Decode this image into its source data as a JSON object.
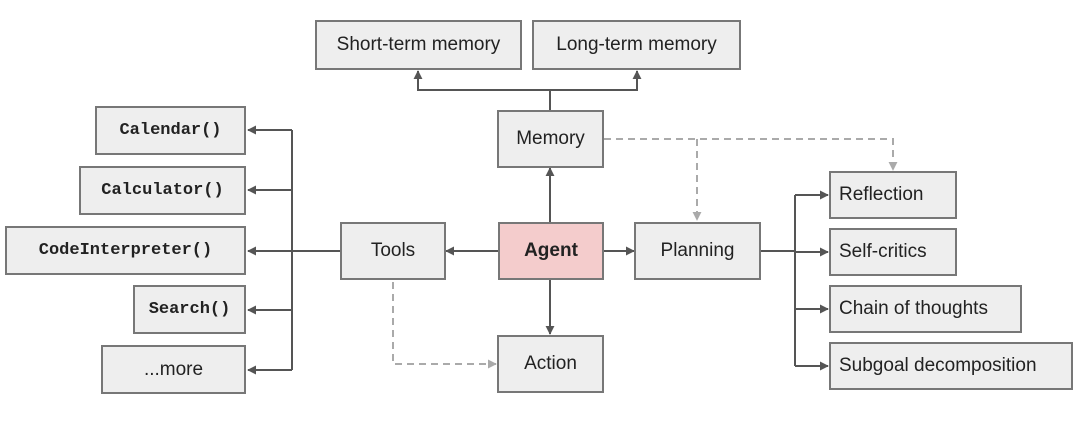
{
  "nodes": {
    "short_term_memory": "Short-term memory",
    "long_term_memory": "Long-term memory",
    "memory": "Memory",
    "agent": "Agent",
    "tools": "Tools",
    "planning": "Planning",
    "action": "Action",
    "tool_items": [
      "Calendar()",
      "Calculator()",
      "CodeInterpreter()",
      "Search()",
      "...more"
    ],
    "planning_items": [
      "Reflection",
      "Self-critics",
      "Chain of thoughts",
      "Subgoal decomposition"
    ]
  },
  "colors": {
    "node_fill": "#eeeeee",
    "node_border": "#777777",
    "agent_fill": "#f4cccc",
    "solid_arrow": "#555555",
    "dashed_arrow": "#aaaaaa"
  }
}
